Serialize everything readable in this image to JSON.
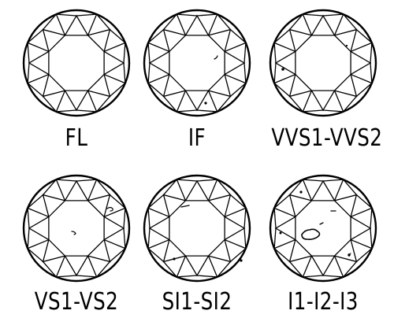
{
  "grades": [
    {
      "label": "FL",
      "inclusions": []
    },
    {
      "label": "IF",
      "inclusions": [
        "small-mark",
        "small-dot"
      ]
    },
    {
      "label": "VVS1-VVS2",
      "inclusions": [
        "small-dot",
        "small-dot"
      ]
    },
    {
      "label": "VS1-VS2",
      "inclusions": [
        "small-mark",
        "small-mark"
      ]
    },
    {
      "label": "SI1-SI2",
      "inclusions": [
        "dash-mark",
        "small-dot",
        "small-dot"
      ]
    },
    {
      "label": "I1-I2-I3",
      "inclusions": [
        "large-cloud",
        "small-marks",
        "small-dots"
      ]
    }
  ],
  "colors": {
    "line": "#000000",
    "background": "#ffffff"
  }
}
